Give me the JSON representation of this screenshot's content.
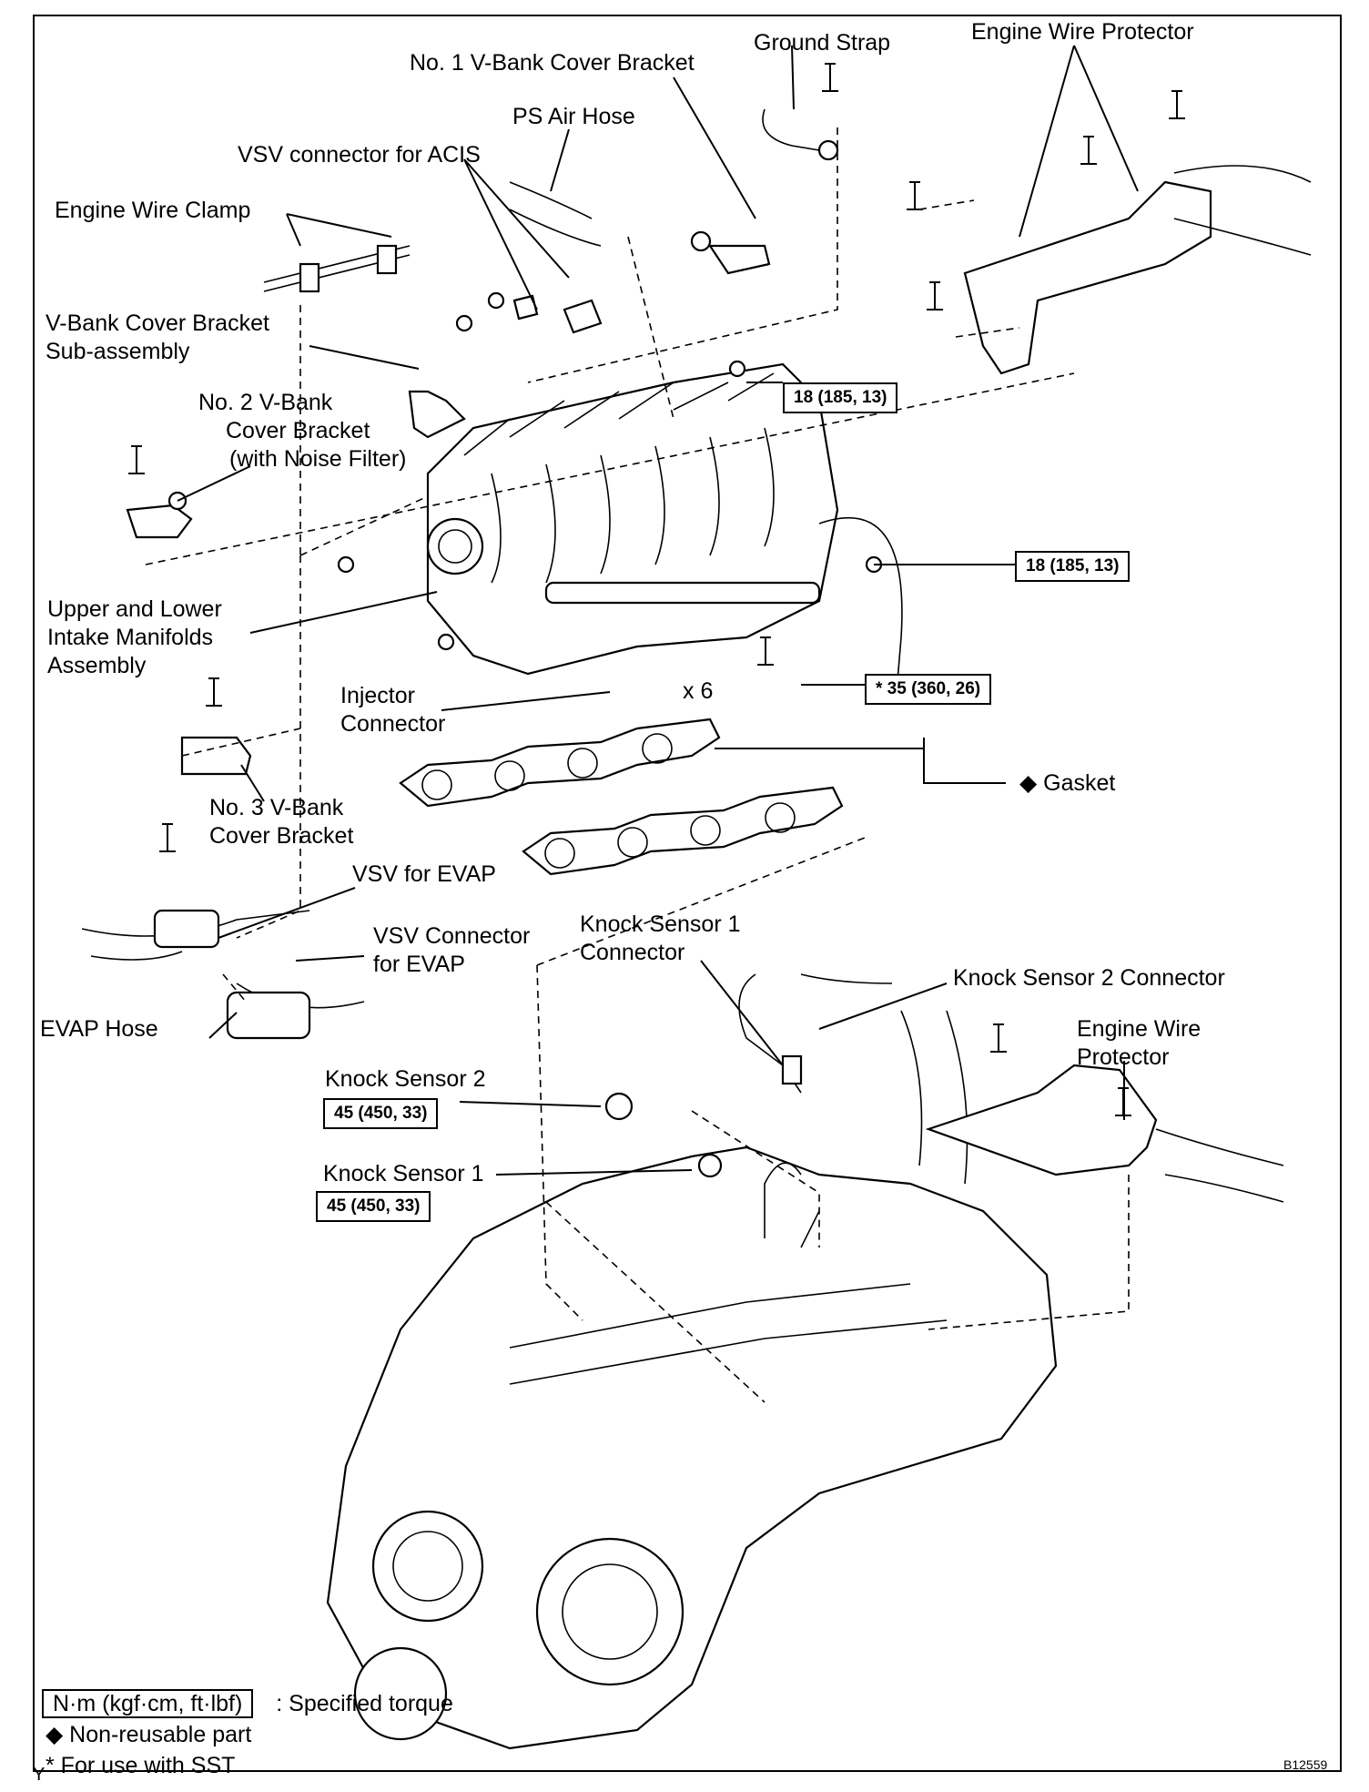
{
  "labels": {
    "ground_strap": "Ground Strap",
    "engine_wire_protector_top": "Engine Wire Protector",
    "no1_vbank_bracket": "No. 1 V-Bank Cover Bracket",
    "ps_air_hose": "PS Air Hose",
    "vsv_connector_acis": "VSV connector for ACIS",
    "engine_wire_clamp": "Engine Wire Clamp",
    "vbank_bracket_sub_l1": "V-Bank Cover Bracket",
    "vbank_bracket_sub_l2": "Sub-assembly",
    "no2_vbank_l1": "No. 2 V-Bank",
    "no2_vbank_l2": "Cover Bracket",
    "no2_vbank_l3": "(with Noise Filter)",
    "intake_l1": "Upper and Lower",
    "intake_l2": "Intake Manifolds",
    "intake_l3": "Assembly",
    "injector_l1": "Injector",
    "injector_l2": "Connector",
    "x6": "x 6",
    "gasket": "◆ Gasket",
    "no3_vbank_l1": "No. 3 V-Bank",
    "no3_vbank_l2": "Cover Bracket",
    "vsv_evap": "VSV for EVAP",
    "vsv_conn_evap_l1": "VSV Connector",
    "vsv_conn_evap_l2": "for EVAP",
    "evap_hose": "EVAP Hose",
    "ks1_conn_l1": "Knock Sensor 1",
    "ks1_conn_l2": "Connector",
    "ks2_conn": "Knock Sensor 2 Connector",
    "engine_wire_protector_low_l1": "Engine Wire",
    "engine_wire_protector_low_l2": "Protector",
    "knock_sensor_2": "Knock Sensor 2",
    "knock_sensor_1": "Knock Sensor 1"
  },
  "torques": {
    "t1": "18 (185, 13)",
    "t2": "18 (185, 13)",
    "t3": "* 35 (360, 26)",
    "t4": "45 (450, 33)",
    "t5": "45 (450, 33)"
  },
  "legend": {
    "unit_box": "N·m (kgf·cm, ft·lbf)",
    "unit_desc": ": Specified torque",
    "non_reusable": "◆ Non-reusable part",
    "sst": "* For use with SST",
    "corner_mark": "Y"
  },
  "figure_code": "B12559"
}
